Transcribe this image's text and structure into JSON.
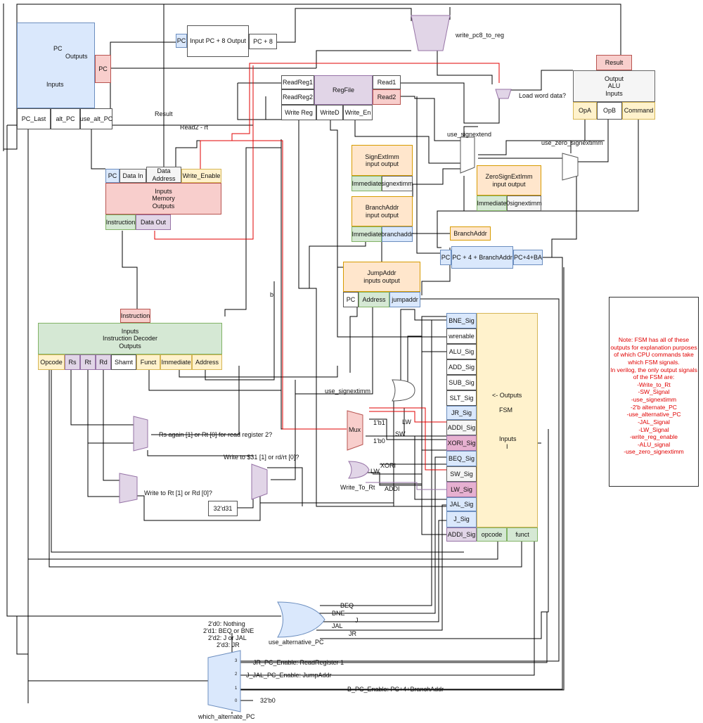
{
  "pc": {
    "title": "PC",
    "outputs": "Outputs",
    "inputs": "Inputs",
    "port_pc": "PC",
    "pc_last": "PC_Last",
    "alt_pc": "alt_PC",
    "use_alt_pc": "use_alt_PC"
  },
  "pc8": {
    "pc": "PC",
    "body": "Input  PC + 8 Output",
    "out": "PC + 8"
  },
  "write_pc8_to_reg": "write_pc8_to_reg",
  "alu": {
    "result": "Result",
    "body": [
      "Output",
      "ALU",
      "Inputs"
    ],
    "opa": "OpA",
    "opb": "OpB",
    "command": "Command"
  },
  "regfile": {
    "readreg1": "ReadReg1",
    "readreg2": "ReadReg2",
    "title": "RegFile",
    "read1": "Read1",
    "read2": "Read2",
    "writereg": "Write Reg",
    "writed": "WriteD",
    "write_en": "Write_En"
  },
  "load_word_data": "Load word data?",
  "result_label": "Result",
  "read2_rt": "Read2 - rt",
  "use_signextend": "use_signextend",
  "use_zero_signextimm": "use_zero_signextimm",
  "memory": {
    "pc": "PC",
    "data_in": "Data In",
    "data_address": "Data Address",
    "write_enable": "Write_Enable",
    "body": [
      "Inputs",
      "Memory",
      "Outputs"
    ],
    "instruction": "Instruction",
    "data_out": "Data Out"
  },
  "signextimm": {
    "title": "SignExtImm",
    "io": "input       output",
    "immediate": "Immediate",
    "out": "signextimm"
  },
  "zerosignextimm": {
    "title": "ZeroSignExtImm",
    "io": "input       output",
    "immediate": "Immediate",
    "out": "0signextimm"
  },
  "branchaddr": {
    "title": "BranchAddr",
    "io": "input       output",
    "immediate": "Immediate",
    "out": "branchaddr"
  },
  "branchaddr_tag": "BranchAddr",
  "pc4ba": {
    "pc": "PC",
    "body": "PC + 4 + BranchAddr",
    "out": "PC+4+BA"
  },
  "jumpaddr": {
    "title": "JumpAddr",
    "io": "inputs              output",
    "pc": "PC",
    "address": "Address",
    "out": "jumpaddr"
  },
  "b_label": "b",
  "note": [
    "Note: FSM has all of these",
    "outputs for explanation purposes",
    "of which CPU commands take",
    "which FSM signals.",
    "In verilog, the only output signals",
    "of the FSM are:",
    "-Write_to_Rt",
    "-SW_Signal",
    "-use_signextimm",
    "-2'b alternate_PC",
    "-use_alternative_PC",
    "-JAL_Signal",
    "-LW_Signal",
    "-write_reg_enable",
    "-ALU_signal",
    "-use_zero_signextimm"
  ],
  "decoder": {
    "instruction": "Instruction",
    "body": [
      "Inputs",
      "Instruction Decoder",
      "Outputs"
    ],
    "fields": [
      "Opcode",
      "Rs",
      "Rt",
      "Rd",
      "Shamt",
      "Funct",
      "Immediate",
      "Address"
    ]
  },
  "fsm": {
    "signals": [
      "BNE_Sig",
      "wrenable",
      "ALU_Sig",
      "ADD_Sig",
      "SUB_Sig",
      "SLT_Sig",
      "JR_Sig",
      "ADDI_Sig",
      "XORI_Sig",
      "BEQ_Sig",
      "SW_Sig",
      "LW_Sig",
      "JAL_Sig",
      "J_Sig",
      "ADDI_Sig"
    ],
    "outputs": "<- Outputs",
    "title": "FSM",
    "inputs": "Inputs",
    "inputs_mark": "I",
    "opcode": "opcode",
    "funct": "funct"
  },
  "use_signextimm": "use_signextimm",
  "mux": {
    "label": "Mux",
    "in1": "1'b1",
    "in0": "1'b0",
    "lw": "LW",
    "sw": "SW"
  },
  "rs_or_rt": "Rs again [1] or Rt [0] for read register 2?",
  "write_31": "Write to $31 [1] or rd/rt [0]?",
  "write_rt_rd": "Write to Rt [1] or Rd [0]?",
  "const_31": "32'd31",
  "xori": "XORI",
  "lw_small": "LW",
  "write_to_rt": "Write_To_Rt",
  "addi": "ADDI",
  "or_inputs": [
    "BEQ",
    "BNE",
    "J",
    "JAL",
    "JR"
  ],
  "use_alternative_pc": "use_alternative_PC",
  "alt_legend": [
    "2'd0: Nothing",
    "2'd1: BEQ or BNE",
    "2'd2: J or JAL",
    "2'd3: JR"
  ],
  "which_mux_labels": [
    "JR_PC_Enable: ReadRegister 1",
    "J_JAL_PC_Enable: JumpAddr",
    "B_PC_Enable: PC+4+BranchAddr",
    "32'b0"
  ],
  "which_alternate_pc": "which_alternate_PC",
  "mux_pins": {
    "s0": "0",
    "s1": "1",
    "s2": "2",
    "s3": "3"
  }
}
